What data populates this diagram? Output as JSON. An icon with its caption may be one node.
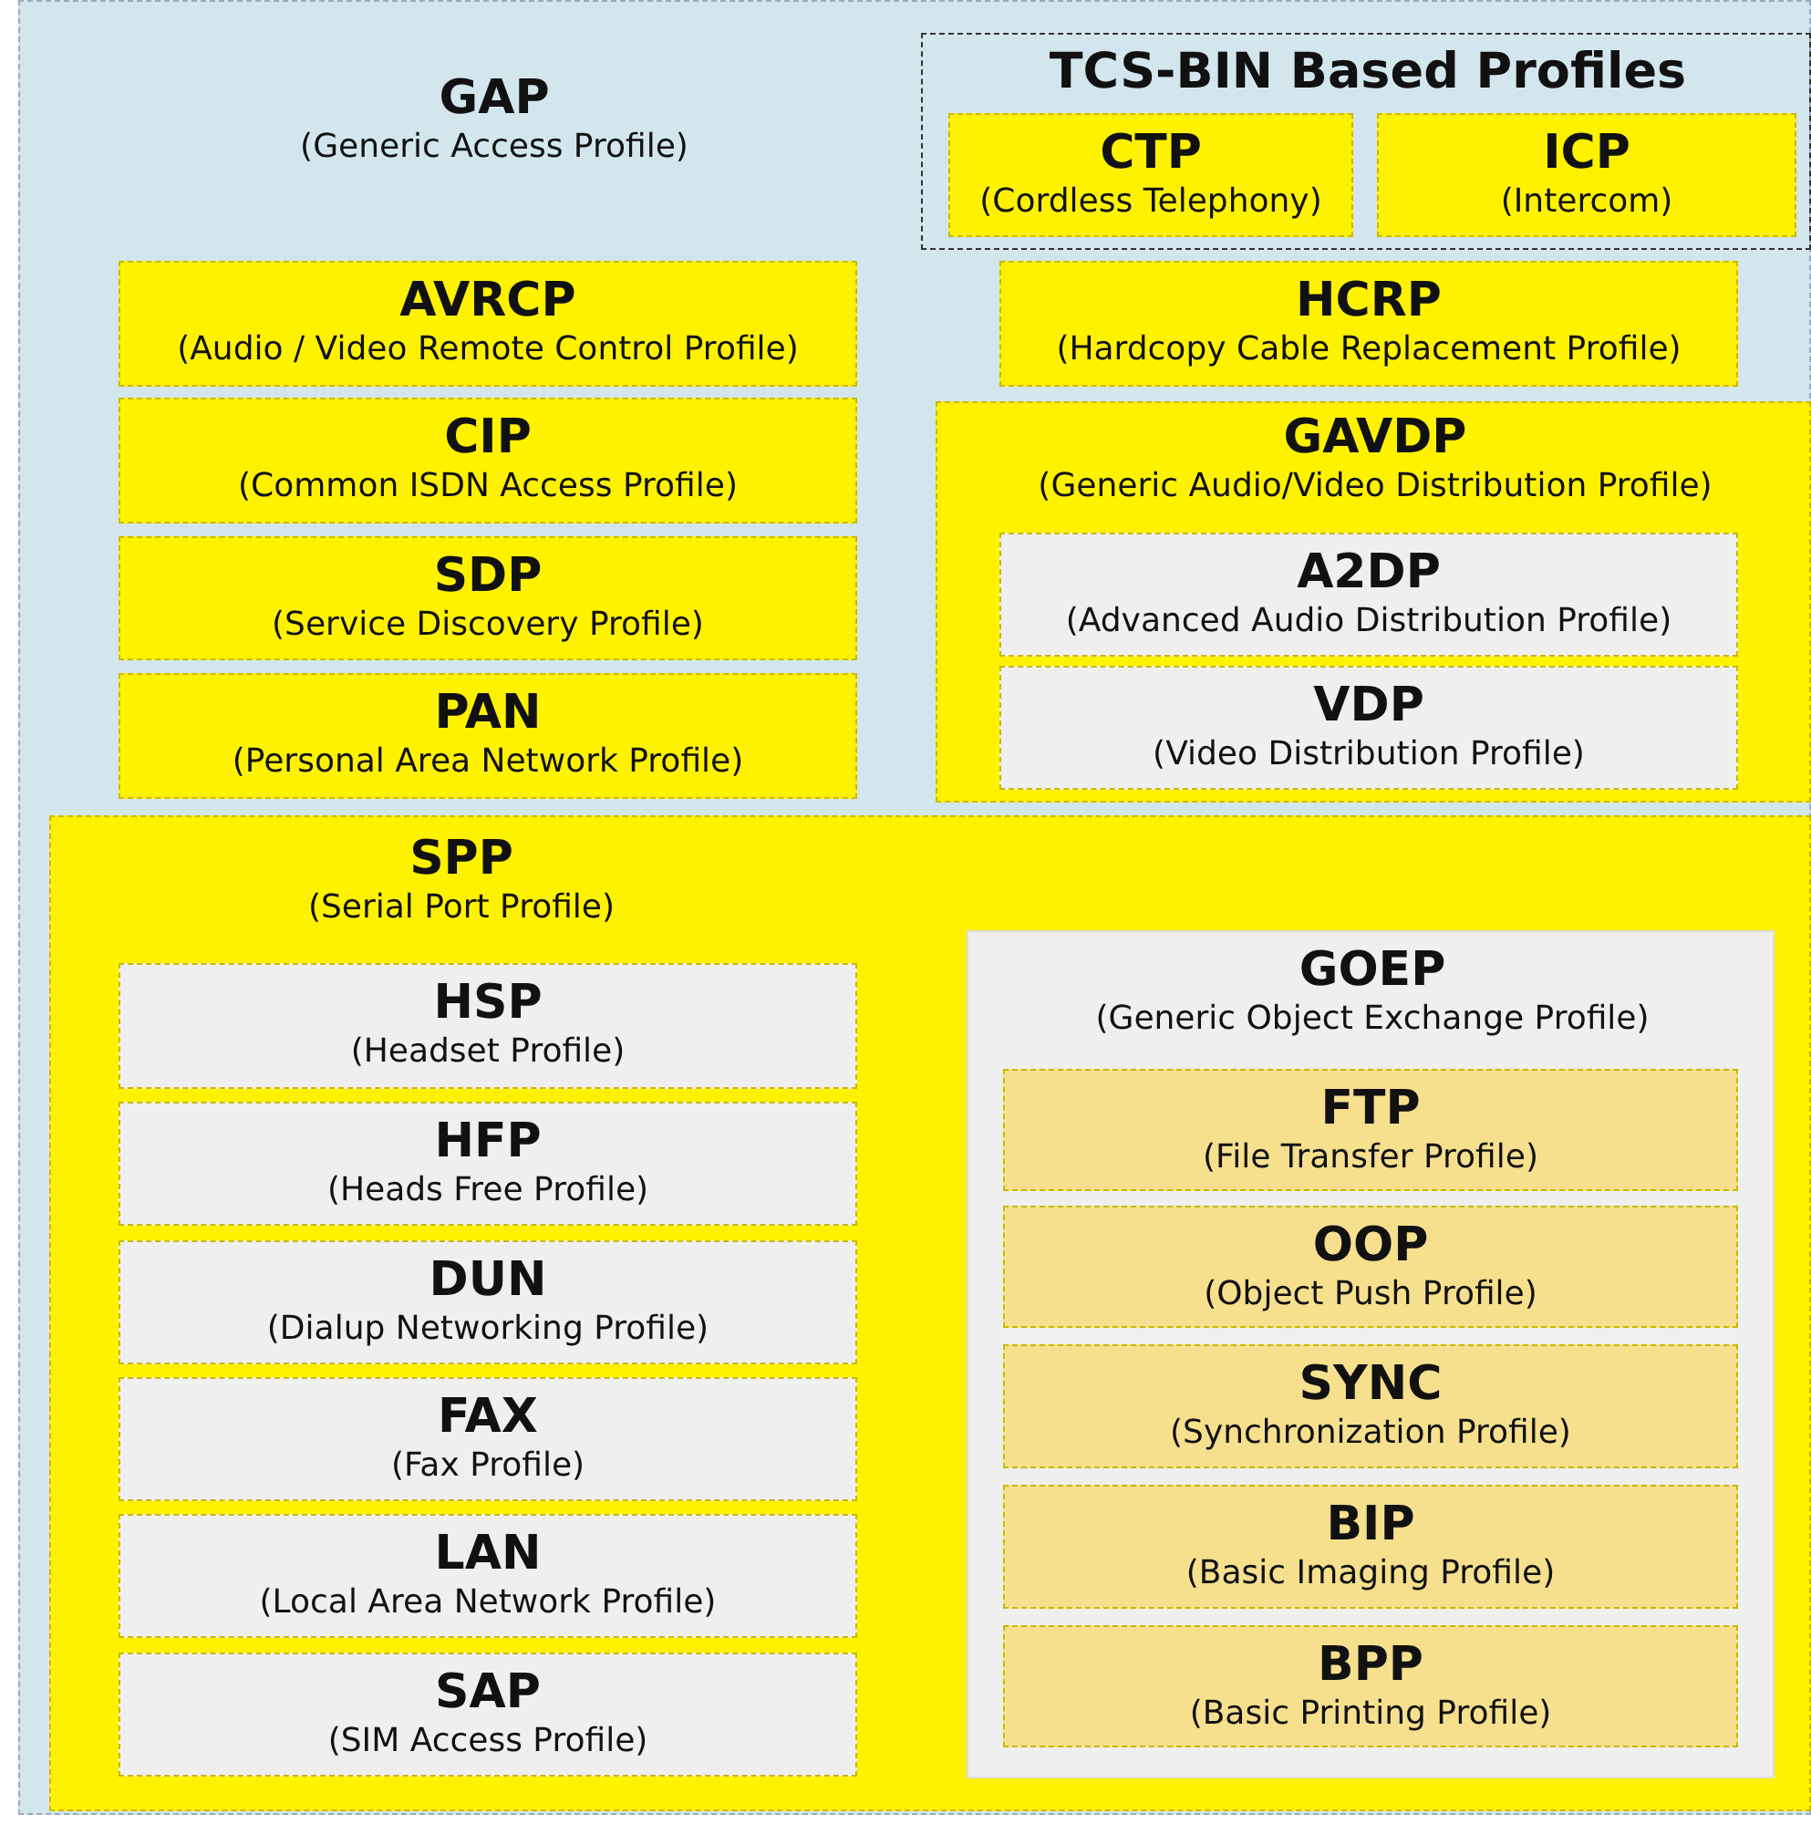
{
  "diagram": {
    "nodes": [
      {
        "text": [
          "GAP",
          "(Generic Access Profile)"
        ]
      },
      {
        "text": [
          "TCS-BIN Based Profiles"
        ],
        "in": 0
      },
      {
        "text": [
          "CTP",
          "(Cordless Telephony)"
        ],
        "in": 1
      },
      {
        "text": [
          "ICP",
          "(Intercom)"
        ],
        "in": 1
      },
      {
        "text": [
          "AVRCP",
          "(Audio / Video Remote Control Profile)"
        ],
        "in": 0
      },
      {
        "text": [
          "HCRP",
          "(Hardcopy Cable Replacement Profile)"
        ],
        "in": 0
      },
      {
        "text": [
          "CIP",
          "(Common ISDN Access Profile)"
        ],
        "in": 0
      },
      {
        "text": [
          "GAVDP",
          "(Generic Audio/Video Distribution Profile)"
        ],
        "in": 0
      },
      {
        "text": [
          "A2DP",
          "(Advanced Audio Distribution Profile)"
        ],
        "in": 7
      },
      {
        "text": [
          "VDP",
          "(Video Distribution Profile)"
        ],
        "in": 7
      },
      {
        "text": [
          "SDP",
          "(Service Discovery Profile)"
        ],
        "in": 0
      },
      {
        "text": [
          "PAN",
          "(Personal Area Network Profile)"
        ],
        "in": 0
      },
      {
        "text": [
          "SPP",
          "(Serial Port Profile)"
        ],
        "in": 0
      },
      {
        "text": [
          "HSP",
          "(Headset Profile)"
        ],
        "in": 12
      },
      {
        "text": [
          "HFP",
          "(Heads Free Profile)"
        ],
        "in": 12
      },
      {
        "text": [
          "DUN",
          "(Dialup Networking Profile)"
        ],
        "in": 12
      },
      {
        "text": [
          "FAX",
          "(Fax Profile)"
        ],
        "in": 12
      },
      {
        "text": [
          "LAN",
          "(Local Area Network Profile)"
        ],
        "in": 12
      },
      {
        "text": [
          "SAP",
          "(SIM Access Profile)"
        ],
        "in": 12
      },
      {
        "text": [
          "GOEP",
          "(Generic Object Exchange Profile)"
        ],
        "in": 12
      },
      {
        "text": [
          "FTP",
          "(File Transfer Profile)"
        ],
        "in": 19
      },
      {
        "text": [
          "OOP",
          "(Object Push Profile)"
        ],
        "in": 19
      },
      {
        "text": [
          "SYNC",
          "(Synchronization Profile)"
        ],
        "in": 19
      },
      {
        "text": [
          "BIP",
          "(Basic Imaging Profile)"
        ],
        "in": 19
      },
      {
        "text": [
          "BPP",
          "(Basic Printing Profile)"
        ],
        "in": 19
      }
    ],
    "edges": []
  }
}
